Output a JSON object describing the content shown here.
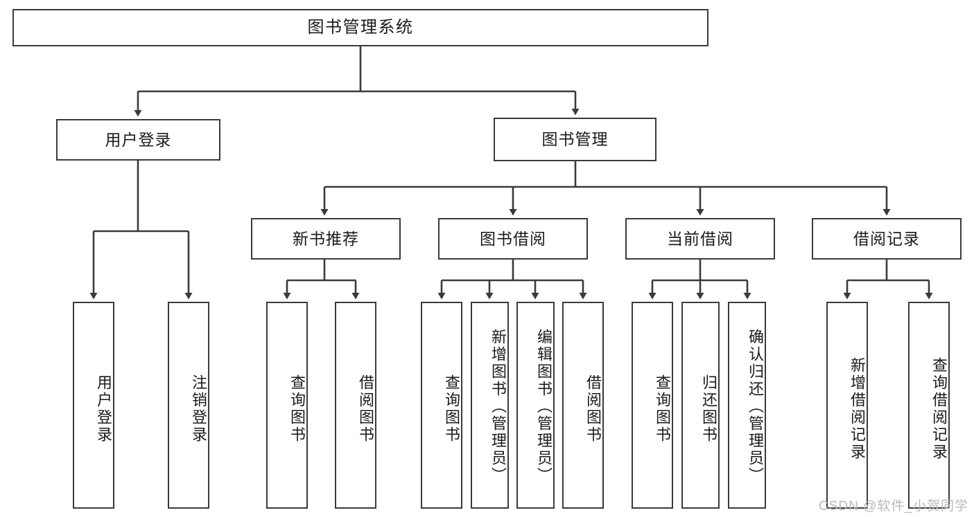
{
  "diagram": {
    "title": "图书管理系统",
    "type": "tree-hierarchy-diagram",
    "root": {
      "label": "图书管理系统"
    },
    "level2": [
      {
        "label": "用户登录"
      },
      {
        "label": "图书管理"
      }
    ],
    "level3": [
      {
        "label": "新书推荐"
      },
      {
        "label": "图书借阅"
      },
      {
        "label": "当前借阅"
      },
      {
        "label": "借阅记录"
      }
    ],
    "leaves": {
      "user_login": [
        {
          "label": "用户登录"
        },
        {
          "label": "注销登录"
        }
      ],
      "new_book_recommend": [
        {
          "label": "查询图书"
        },
        {
          "label": "借阅图书"
        }
      ],
      "book_borrow": [
        {
          "label": "查询图书"
        },
        {
          "label": "新增图书（管理员）"
        },
        {
          "label": "编辑图书（管理员）"
        },
        {
          "label": "借阅图书"
        }
      ],
      "current_borrow": [
        {
          "label": "查询图书"
        },
        {
          "label": "归还图书"
        },
        {
          "label": "确认归还（管理员）"
        }
      ],
      "borrow_record": [
        {
          "label": "新增借阅记录"
        },
        {
          "label": "查询借阅记录"
        }
      ]
    }
  },
  "watermark": {
    "text": "CSDN @软件_小贺同学"
  },
  "colors": {
    "stroke": "#3a3a3a",
    "background": "#ffffff",
    "text": "#1a1a1a",
    "watermark": "#b9b9b9"
  }
}
